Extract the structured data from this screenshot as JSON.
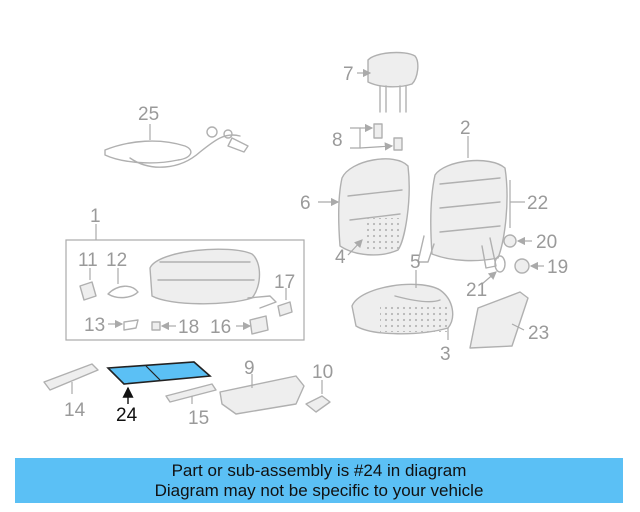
{
  "diagram": {
    "highlight_color": "#5bc0f5",
    "labels": {
      "p1": "1",
      "p2": "2",
      "p3": "3",
      "p4": "4",
      "p5": "5",
      "p6": "6",
      "p7": "7",
      "p8": "8",
      "p9": "9",
      "p10": "10",
      "p11": "11",
      "p12": "12",
      "p13": "13",
      "p14": "14",
      "p15": "15",
      "p16": "16",
      "p17": "17",
      "p18": "18",
      "p19": "19",
      "p20": "20",
      "p21": "21",
      "p22": "22",
      "p23": "23",
      "p24": "24",
      "p25": "25"
    }
  },
  "caption": {
    "line1": "Part or sub-assembly is #24 in diagram",
    "line2": "Diagram may not be specific to your vehicle"
  }
}
